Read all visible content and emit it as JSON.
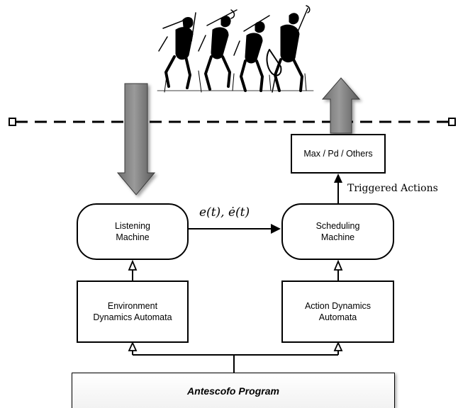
{
  "diagram": {
    "nodes": {
      "listening": {
        "label": "Listening\nMachine"
      },
      "scheduling": {
        "label": "Scheduling\nMachine"
      },
      "environment": {
        "label": "Environment\nDynamics Automata"
      },
      "action": {
        "label": "Action Dynamics\nAutomata"
      },
      "max_pd": {
        "label": "Max / Pd / Others"
      },
      "program": {
        "label": "Antescofo Program"
      }
    },
    "edges": {
      "listening_to_scheduling": {
        "label": "e(t),  ė(t)"
      },
      "scheduling_to_max": {
        "label": "Triggered Actions"
      }
    },
    "illustration": {
      "name": "string-quartet-musicians"
    }
  }
}
